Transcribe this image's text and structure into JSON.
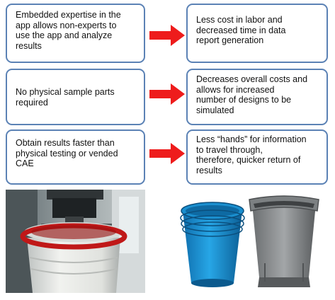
{
  "rows": [
    {
      "cause": "Embedded expertise in the\napp allows non-experts to\nuse the app and analyze\nresults",
      "effect": "Less cost in labor and\ndecreased time in data\nreport generation"
    },
    {
      "cause": "No physical sample parts\nrequired",
      "effect": "Decreases overall costs and\nallows for increased\nnumber of designs to be\nsimulated"
    },
    {
      "cause": "Obtain results faster than\nphysical testing  or vended\nCAE",
      "effect": "Less “hands” for information\nto travel through,\ntherefore, quicker return of\nresults"
    }
  ],
  "colors": {
    "box_border": "#5b82b5",
    "arrow": "#ee1c1c"
  },
  "images": [
    "physical-bucket-test-photo",
    "cad-bucket-models-render"
  ]
}
